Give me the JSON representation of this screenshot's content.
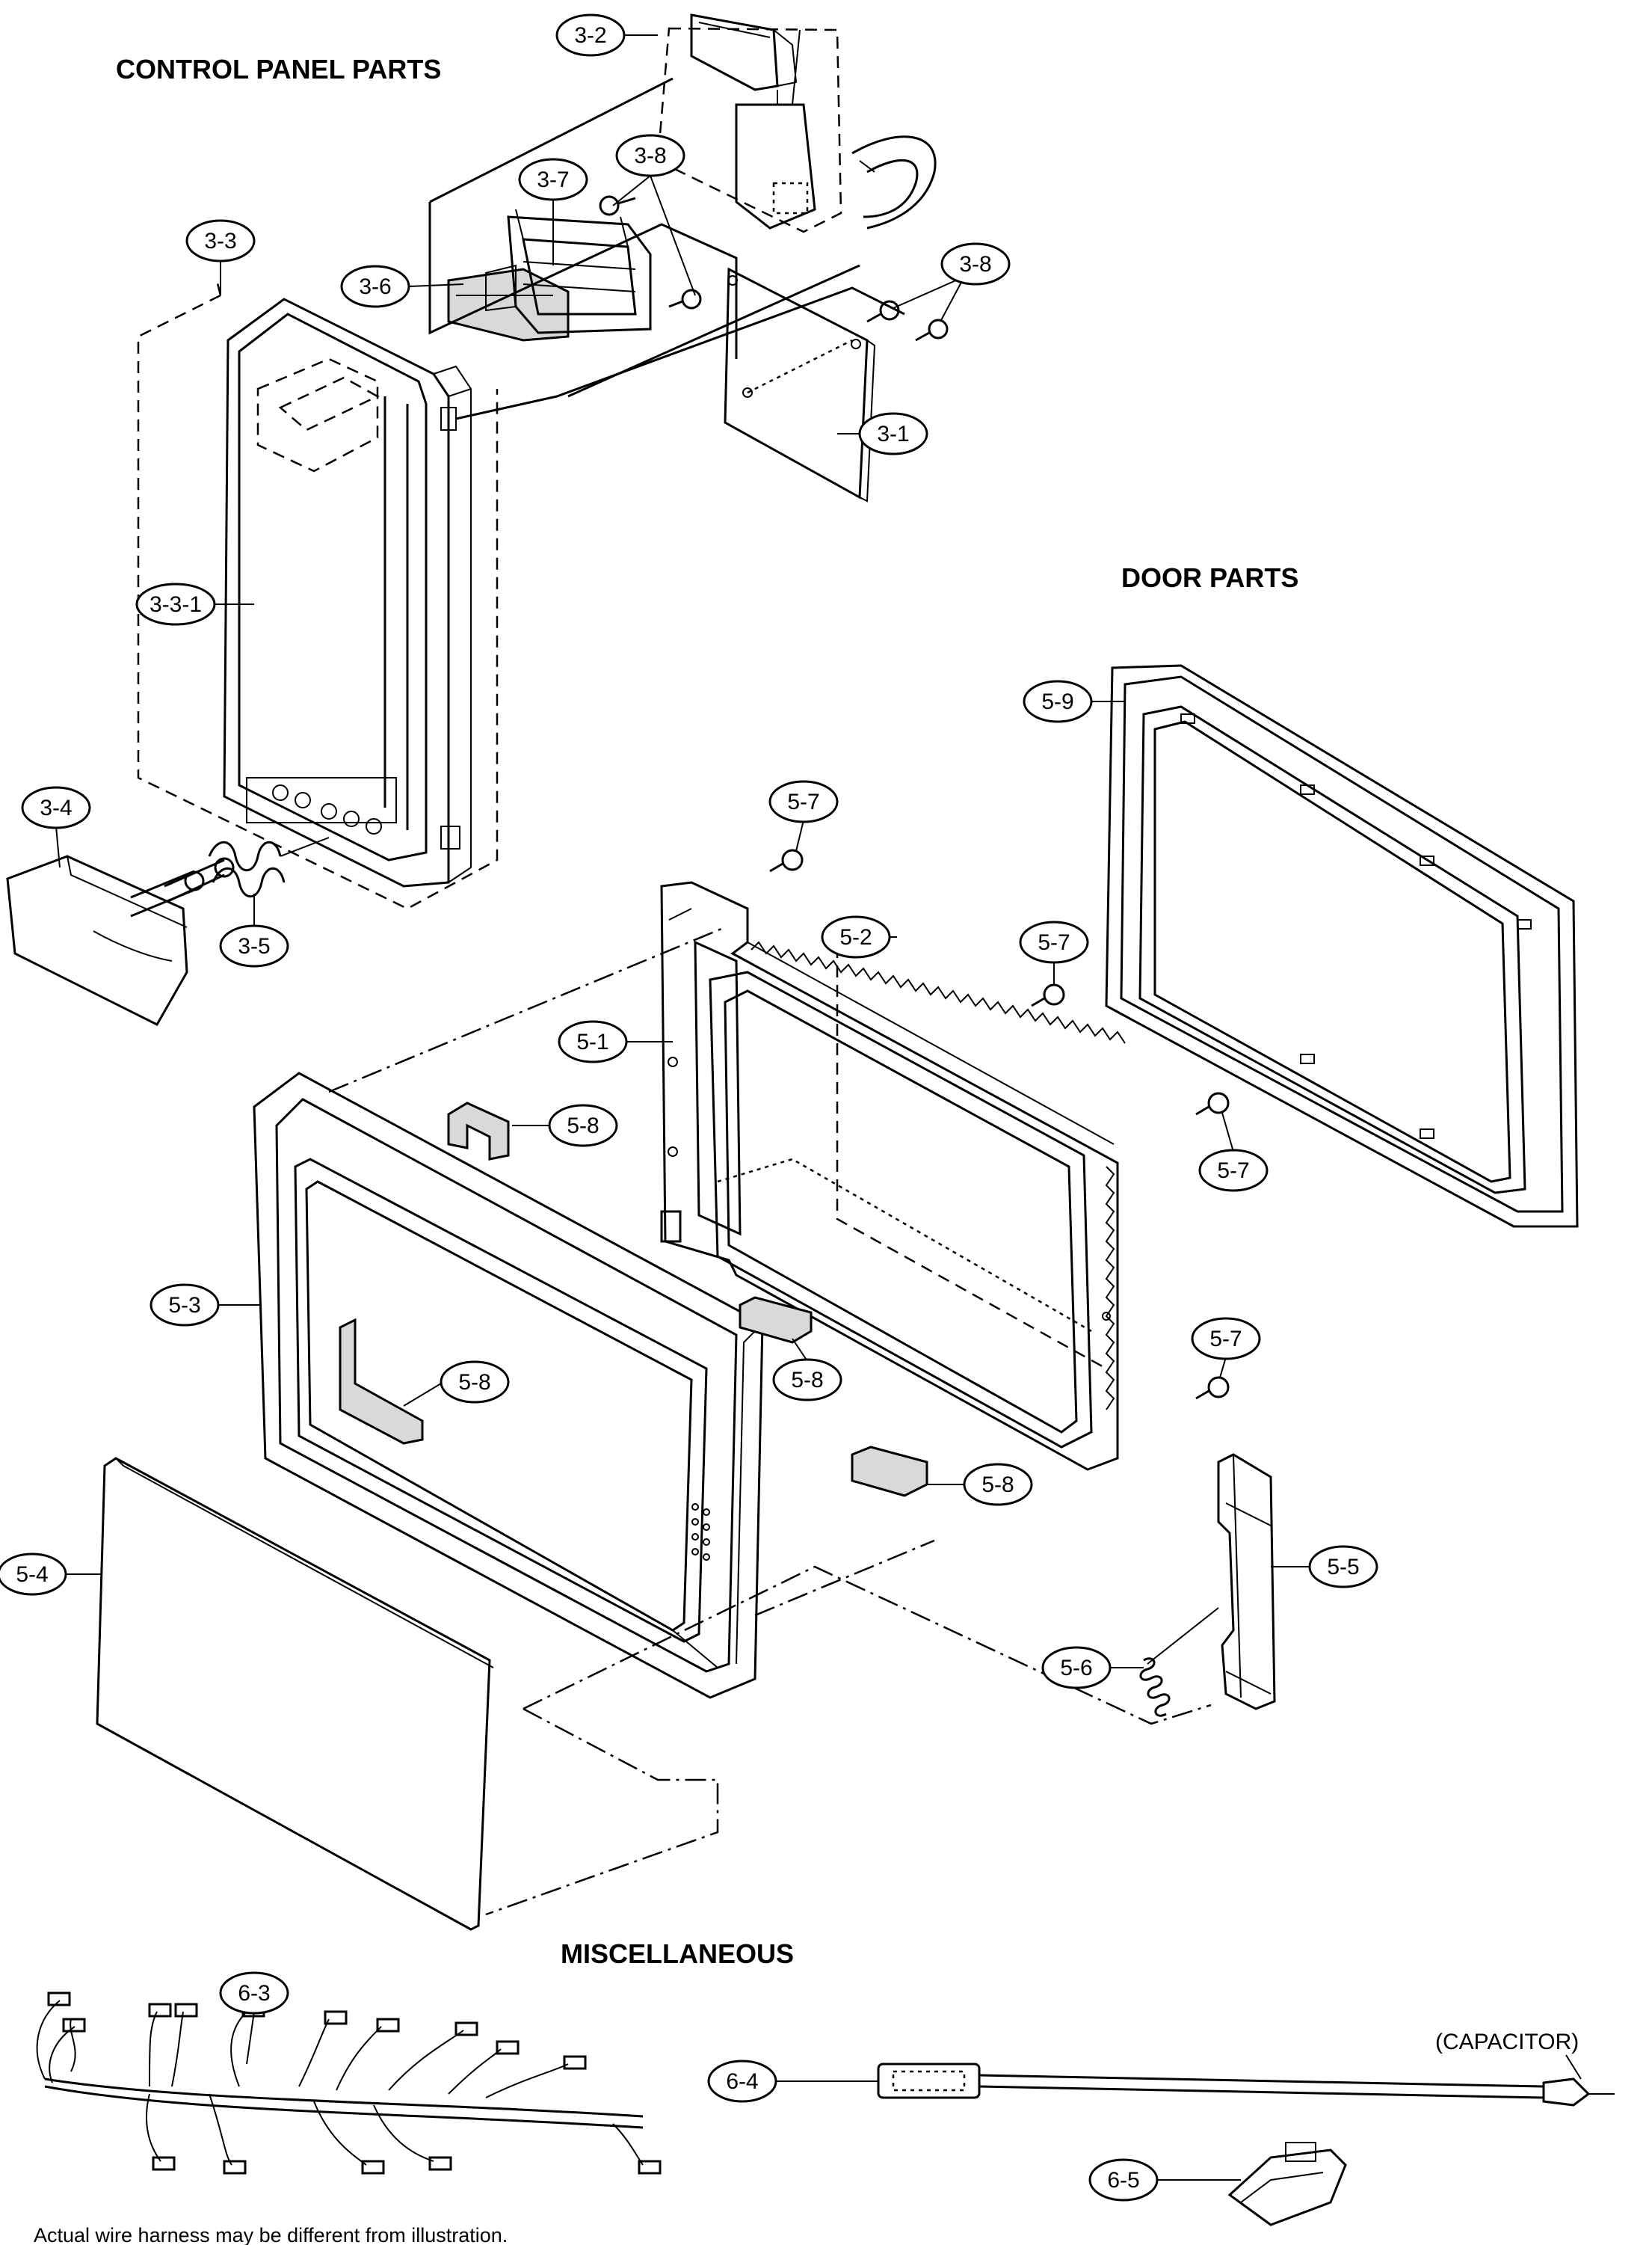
{
  "sections": {
    "control_panel": "CONTROL PANEL PARTS",
    "door": "DOOR PARTS",
    "misc": "MISCELLANEOUS"
  },
  "callouts": {
    "c3_2": "3-2",
    "c3_8a": "3-8",
    "c3_7": "3-7",
    "c3_3": "3-3",
    "c3_6": "3-6",
    "c3_8b": "3-8",
    "c3_1": "3-1",
    "c3_3_1": "3-3-1",
    "c3_4": "3-4",
    "c3_5": "3-5",
    "c5_7a": "5-7",
    "c5_2": "5-2",
    "c5_7b": "5-7",
    "c5_9": "5-9",
    "c5_1": "5-1",
    "c5_8a": "5-8",
    "c5_7c": "5-7",
    "c5_3": "5-3",
    "c5_8b": "5-8",
    "c5_8c": "5-8",
    "c5_7d": "5-7",
    "c5_8d": "5-8",
    "c5_5": "5-5",
    "c5_4": "5-4",
    "c5_6": "5-6",
    "c6_3": "6-3",
    "c6_4": "6-4",
    "c6_5": "6-5"
  },
  "labels": {
    "capacitor": "(CAPACITOR)",
    "harness_note": "Actual wire harness may be different from illustration."
  }
}
